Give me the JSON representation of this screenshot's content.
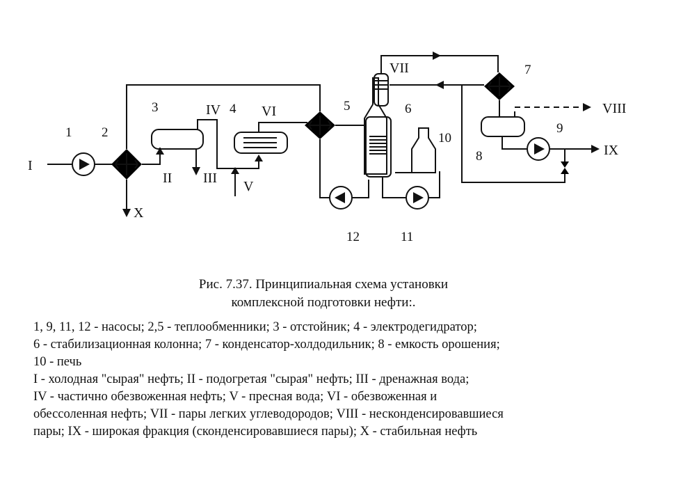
{
  "labels": {
    "n1": "1",
    "n2": "2",
    "n3": "3",
    "n4": "4",
    "n5": "5",
    "n6": "6",
    "n7": "7",
    "n8": "8",
    "n9": "9",
    "n10": "10",
    "n11": "11",
    "n12": "12",
    "I": "I",
    "II": "II",
    "III": "III",
    "IV": "IV",
    "V": "V",
    "VI": "VI",
    "VII": "VII",
    "VIII": "VIII",
    "IX": "IX",
    "X": "X"
  },
  "caption": {
    "line1": "Рис. 7.37. Принципиальная схема установки",
    "line2": "комплексной подготовки нефти:."
  },
  "legend": [
    "1, 9, 11, 12 - насосы; 2,5 - теплообменники; 3 - отстойник; 4 - электродегидратор;",
    "6 - стабилизационная колонна; 7 - конденсатор-холдодильник; 8 - емкость орошения;",
    "10 - печь",
    "I - холодная \"сырая\" нефть; II - подогретая \"сырая\" нефть; III - дренажная вода;",
    "IV - частично обезвоженная нефть; V - пресная вода; VI - обезвоженная и",
    "обессоленная нефть; VII - пары легких углеводородов; VIII - несконденсировавшиеся",
    "пары; IX - широкая фракция (сконденсировавшиеся пары); X - стабильная нефть"
  ]
}
